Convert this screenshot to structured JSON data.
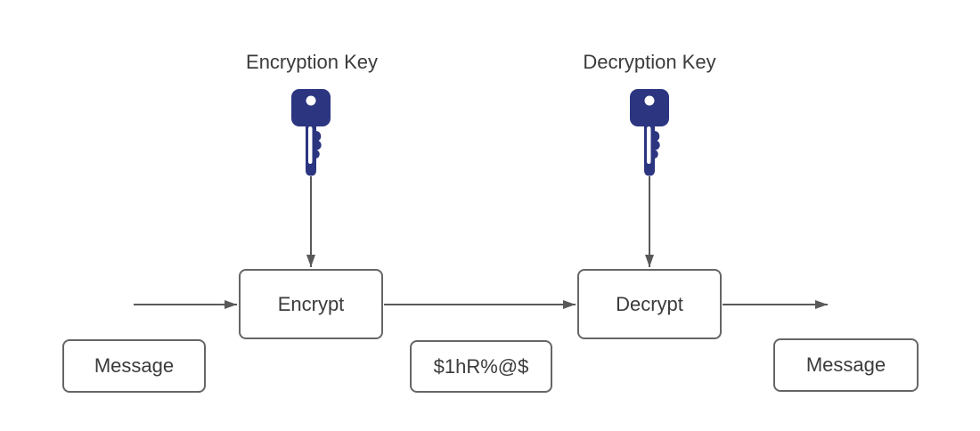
{
  "diagram": {
    "type": "flow-diagram",
    "topic": "symmetric encryption / decryption flow",
    "labels": {
      "encryption_key": "Encryption Key",
      "decryption_key": "Decryption Key"
    },
    "nodes": {
      "encrypt": "Encrypt",
      "decrypt": "Decrypt",
      "message_in": "Message",
      "ciphertext": "$1hR%@$",
      "message_out": "Message"
    },
    "flow": [
      "message_in -> encrypt",
      "encryption_key -> encrypt",
      "encrypt -> decrypt (as ciphertext)",
      "decryption_key -> decrypt",
      "decrypt -> message_out"
    ],
    "icons": {
      "key": "key-icon"
    },
    "colors": {
      "key_fill": "#2b3580",
      "box_border": "#666666",
      "arrow": "#595959",
      "text": "#3b3b3b",
      "background": "#ffffff"
    }
  }
}
